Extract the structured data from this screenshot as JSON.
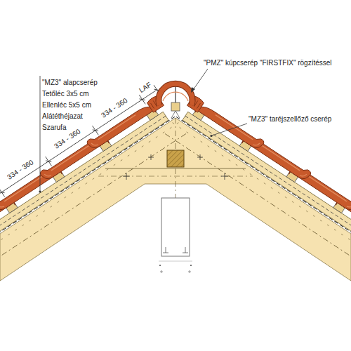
{
  "diagram": {
    "labels": [
      "\"MZ3\" alapcserép",
      "Tetőléc 3x5 cm",
      "Ellenléc 5x5 cm",
      "Alátéthéjazat",
      "Szarufa",
      "\"PMZ\" kúpcserép \"FIRSTFIX\" rögzítéssel",
      "\"MZ3\" taréjszellőző cserép",
      "334 - 360",
      "334 - 360",
      "334 - 360",
      "LAF"
    ]
  }
}
